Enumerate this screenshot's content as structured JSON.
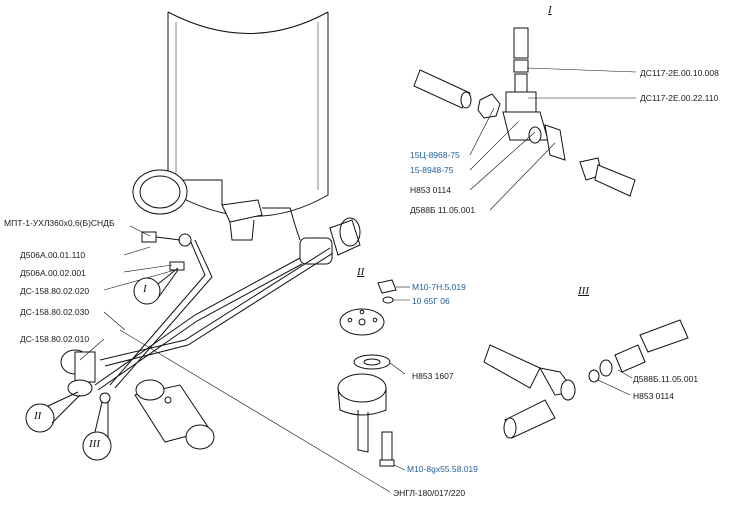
{
  "diagram": {
    "callouts_left": [
      {
        "id": "mpt",
        "text": "МПТ-1-УХЛ360х0,6(Б)СНДБ"
      },
      {
        "id": "d506_110",
        "text": "Д506А.00.01.110"
      },
      {
        "id": "d506_001",
        "text": "Д506А.00.02.001"
      },
      {
        "id": "ds020",
        "text": "ДС-158.80.02.020"
      },
      {
        "id": "ds030",
        "text": "ДС-158.80.02.030"
      },
      {
        "id": "ds010",
        "text": "ДС-158.80.02.010"
      }
    ],
    "view_I": {
      "numeral": "I",
      "labels": [
        {
          "id": "ds008",
          "text": "ДС117-2Е.00.10.008",
          "link": false
        },
        {
          "id": "ds110",
          "text": "ДС117-2Е.00.22.110",
          "link": false
        },
        {
          "id": "c15_8968",
          "text": "15Ц-8968-75",
          "link": true
        },
        {
          "id": "c15_8948",
          "text": "15-8948-75",
          "link": true
        },
        {
          "id": "n0114",
          "text": "Н853 0114",
          "link": false
        },
        {
          "id": "d588",
          "text": "Д588Б 11.05.001",
          "link": false
        }
      ]
    },
    "view_II": {
      "numeral": "II",
      "labels": [
        {
          "id": "m10_7h",
          "text": "М10-7Н.5.019",
          "link": true
        },
        {
          "id": "g06",
          "text": "10 65Г 06",
          "link": true
        },
        {
          "id": "n1607",
          "text": "Н853 1607",
          "link": false
        },
        {
          "id": "m10_8g",
          "text": "М10-8gх55.58.019",
          "link": true
        },
        {
          "id": "engl",
          "text": "ЭНГЛ-180/017/220",
          "link": false
        }
      ]
    },
    "view_III": {
      "numeral": "III",
      "labels": [
        {
          "id": "d588b",
          "text": "Д588Б.11.05.001",
          "link": false
        },
        {
          "id": "n0114b",
          "text": "Н853 0114",
          "link": false
        }
      ]
    },
    "bubbles": [
      "I",
      "II",
      "III"
    ]
  }
}
